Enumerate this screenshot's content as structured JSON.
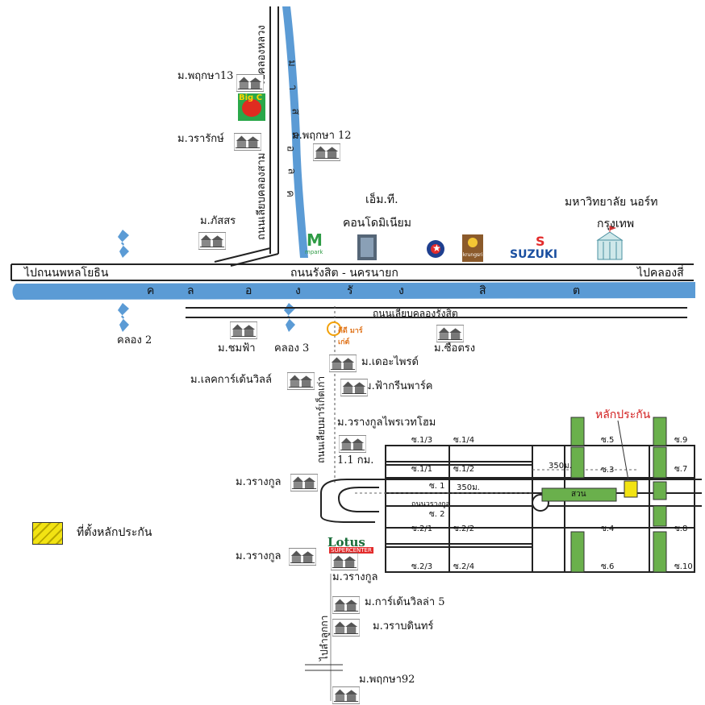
{
  "roads": {
    "main_west": "ไปถนนพหลโยธิน",
    "main_center": "ถนนรังสิต - นครนายก",
    "main_east": "ไปคลองสี่",
    "khlong_rangsit_letters": [
      "ค",
      "ล",
      "อ",
      "ง",
      "รั",
      "ง",
      "สิ",
      "ต"
    ],
    "frontage_road": "ถนนเลียบคลองรังสิต",
    "north_road": "ไปคลองหลวง",
    "north_road_2": "ถนนเลียบคลองสาม",
    "khlong_sam_letters": [
      "ม",
      "า",
      "ส",
      "ง",
      "อ",
      "ล",
      "ค"
    ],
    "south_road": "ถนนเลียบมาร์เก็ตเก่า",
    "south_road_2": "ไปลำลูกกา",
    "wararangkul_road": "ถนนวรางกูล"
  },
  "places": {
    "pruksa13": "ม.พฤกษา13",
    "wararak": "ม.วรารักษ์",
    "pruksa12": "ม.พฤกษา 12",
    "passorn": "ม.ภัสสร",
    "mt_condo_1": "เอ็ม.ที.",
    "mt_condo_2": "คอนโดมิเนียม",
    "university_1": "มหาวิทยาลัย นอร์ท",
    "university_2": "กรุงเทพ",
    "khlong2": "คลอง 2",
    "khlong3": "คลอง 3",
    "chomfah": "ม.ชมฟ้า",
    "suetrong": "ม.ซื่อตรง",
    "the_price": "ม.เดอะไพรด์",
    "lake_garden": "ม.เลคการ์เด้นวิลล์",
    "fahgreen": "ม.ฟ้ากรีนพาร์ค",
    "wararangkul_private": "ม.วรางกูลไพรเวทโฮม",
    "distance_1km": "1.1 กม.",
    "wararangkul_a": "ม.วรางกูล",
    "wararangkul_b": "ม.วรางกูล",
    "wararangkul_c": "ม.วรางกูล",
    "garden_villa": "ม.การ์เด้นวิลล่า 5",
    "waraphin": "ม.วราบดินทร์",
    "pruksa92": "ม.พฤกษา92"
  },
  "logos": {
    "bigc": "Big C",
    "mpark": "mpark",
    "krungsri": "krungsri",
    "suzuki": "SUZUKI",
    "lotus": "Lotus",
    "lotus_sub": "SUPERCENTER",
    "dee_market": "ดีดี มาร์เก่ต์"
  },
  "grid": {
    "target_label": "หลักประกัน",
    "soi_1_3": "ซ.1/3",
    "soi_1_4": "ซ.1/4",
    "soi_5": "ซ.5",
    "soi_9": "ซ.9",
    "soi_1_1": "ซ.1/1",
    "soi_1_2": "ซ.1/2",
    "dist_350a": "350ม.",
    "soi_3": "ซ.3",
    "soi_7": "ซ.7",
    "soi_1": "ซ. 1",
    "dist_350b": "350ม.",
    "suan": "สวน",
    "soi_2": "ซ. 2",
    "soi_2_1": "ซ.2/1",
    "soi_2_2": "ซ.2/2",
    "soi_4": "ซ.4",
    "soi_8": "ซ.8",
    "soi_2_3": "ซ.2/3",
    "soi_2_4": "ซ.2/4",
    "soi_6": "ซ.6",
    "soi_10": "ซ.10"
  },
  "legend": {
    "label": "ที่ตั้งหลักประกัน"
  },
  "colors": {
    "water": "#5b9bd5",
    "park": "#6ab04c",
    "target": "#f2e313",
    "target_label": "#d21e1e"
  }
}
